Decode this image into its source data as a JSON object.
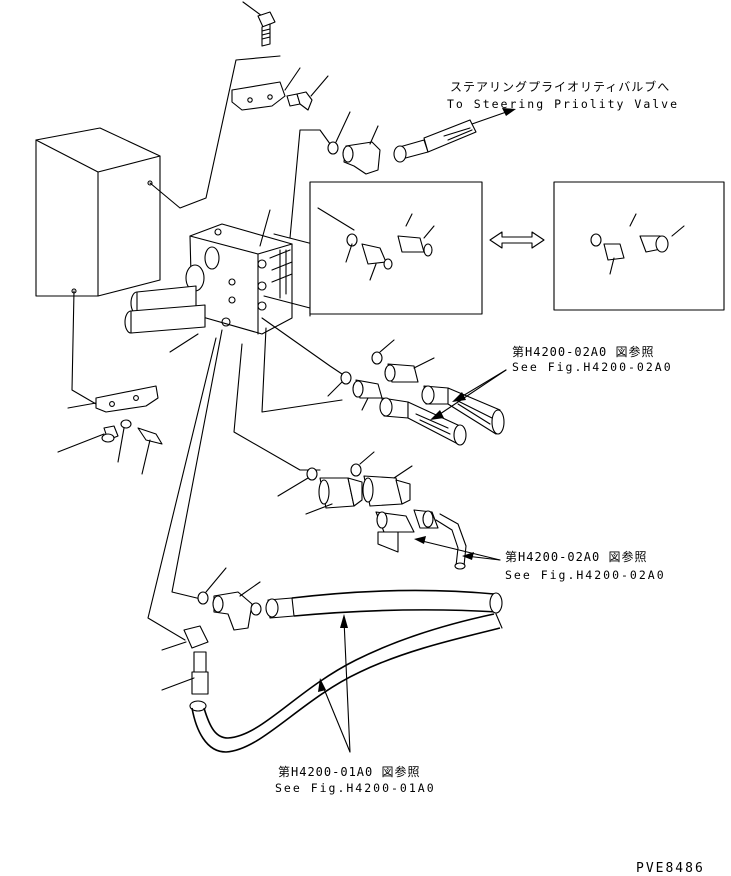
{
  "labels": {
    "steering_jp": "ステアリングプライオリティバルブへ",
    "steering_en": "To Steering Priolity Valve",
    "ref1_jp": "第H4200-02A0 図参照",
    "ref1_en": "See Fig.H4200-02A0",
    "ref2_jp": "第H4200-02A0 図参照",
    "ref2_en": "See Fig.H4200-02A0",
    "ref3_jp": "第H4200-01A0 図参照",
    "ref3_en": "See Fig.H4200-01A0",
    "drawing_code": "PVE8486"
  }
}
